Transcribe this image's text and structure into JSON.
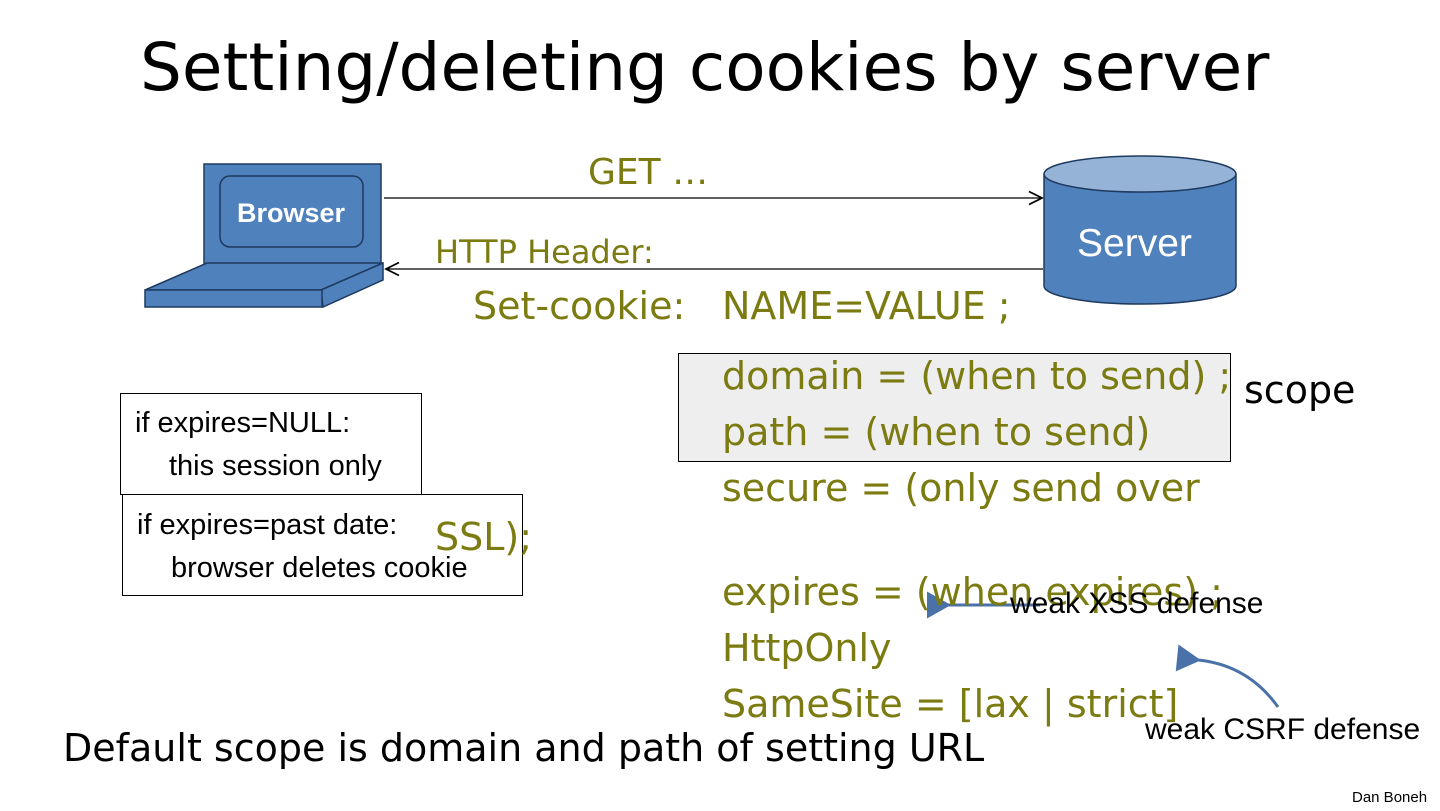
{
  "title": "Setting/deleting cookies by server",
  "browser_label": "Browser",
  "server_label": "Server",
  "request_label": "GET …",
  "response_label": "HTTP Header:",
  "set_cookie_label": "Set-cookie:",
  "cookie_lines": {
    "name_value": "NAME=VALUE ;",
    "domain": "domain = (when to send) ;",
    "path": "path = (when to send)",
    "secure_1": "secure = (only send over",
    "secure_2": "SSL);",
    "expires": "expires = (when expires) ;",
    "httponly": "HttpOnly",
    "samesite": "SameSite = [lax | strict]"
  },
  "scope_label": "scope",
  "note_session": {
    "line1": "if expires=NULL:",
    "line2": "this session only"
  },
  "note_past": {
    "line1": "if expires=past date:",
    "line2": "browser deletes cookie"
  },
  "xss_note": "weak XSS defense",
  "csrf_note": "weak CSRF defense",
  "default_scope": "Default scope is domain and path of setting URL",
  "author": "Dan Boneh",
  "colors": {
    "olive": "#7b7b11",
    "laptop": "#4f81bd",
    "server": "#4f81bd",
    "server_top": "#95b3d7",
    "arrow_blue": "#4a72a8"
  }
}
